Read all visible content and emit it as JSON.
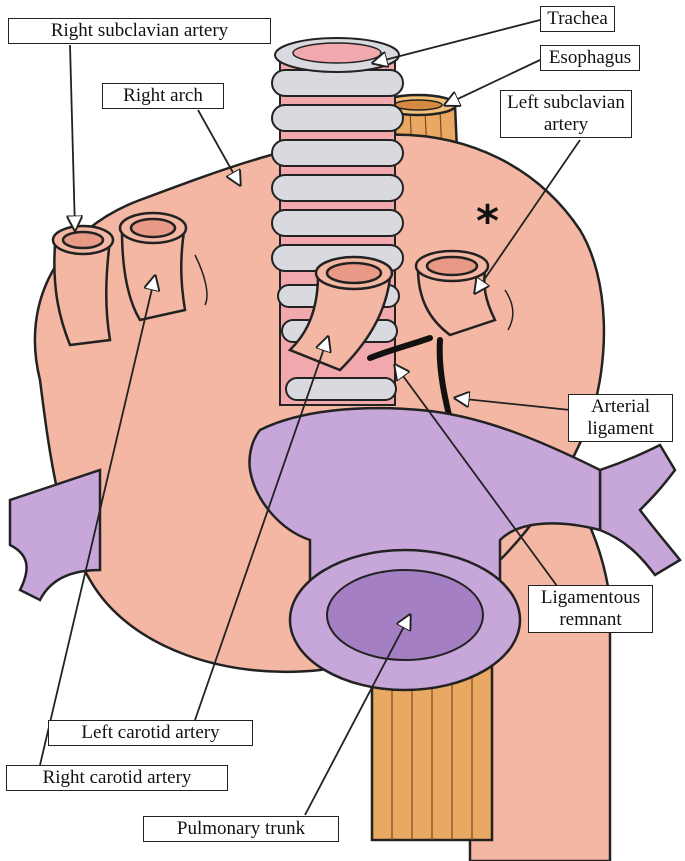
{
  "labels": {
    "trachea": "Trachea",
    "esophagus": "Esophagus",
    "right_subclavian": "Right subclavian artery",
    "right_arch": "Right arch",
    "left_subclavian_line1": "Left subclavian",
    "left_subclavian_line2": "artery",
    "arterial_ligament_line1": "Arterial",
    "arterial_ligament_line2": "ligament",
    "ligamentous_remnant_line1": "Ligamentous",
    "ligamentous_remnant_line2": "remnant",
    "left_carotid": "Left carotid artery",
    "right_carotid": "Right carotid artery",
    "pulmonary_trunk": "Pulmonary trunk"
  },
  "marker": "*",
  "colors": {
    "aorta": "#f4b7a3",
    "aorta_lumen": "#e89a86",
    "trachea_ring": "#d9dadf",
    "trachea_gap": "#f2a9ae",
    "esophagus": "#e9a963",
    "pulmonary": "#c7a6da",
    "pulmonary_lumen": "#a57fc3",
    "outline": "#222222"
  }
}
